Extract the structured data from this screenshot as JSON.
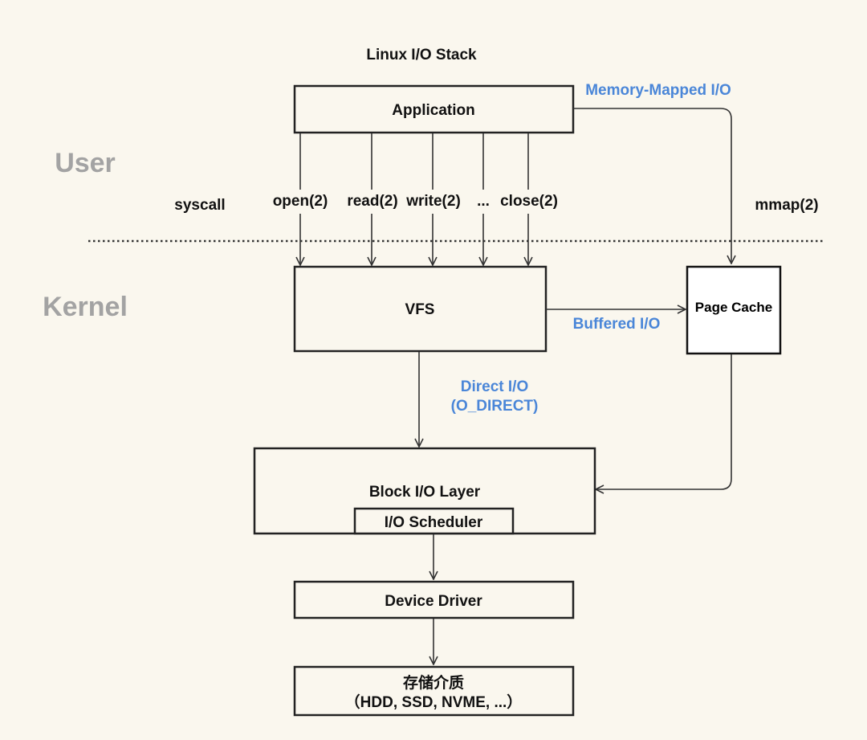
{
  "title": "Linux I/O Stack",
  "zones": {
    "user": "User",
    "kernel": "Kernel"
  },
  "labels": {
    "syscall": "syscall",
    "open": "open(2)",
    "read": "read(2)",
    "write": "write(2)",
    "ellipsis": "...",
    "close": "close(2)",
    "mmap": "mmap(2)",
    "memory_mapped_io": "Memory-Mapped I/O",
    "buffered_io": "Buffered I/O",
    "direct_io": "Direct I/O",
    "o_direct": "(O_DIRECT)"
  },
  "boxes": {
    "application": "Application",
    "vfs": "VFS",
    "page_cache": "Page Cache",
    "block_io_layer": "Block I/O Layer",
    "io_scheduler": "I/O Scheduler",
    "device_driver": "Device Driver",
    "storage_line1": "存储介质",
    "storage_line2": "（HDD, SSD, NVME, ...）"
  },
  "colors": {
    "background": "#faf7ee",
    "blue_label": "#4a86d8",
    "zone_label": "#a3a3a3"
  }
}
